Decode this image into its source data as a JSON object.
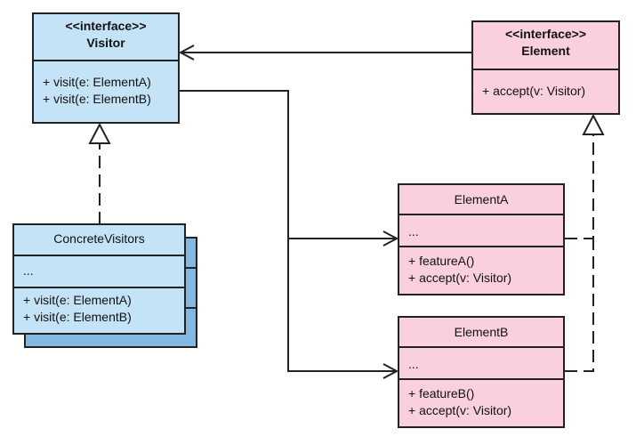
{
  "colors": {
    "interface_blue": "#c5e3f6",
    "stack_blue": "#82b8e1",
    "element_pink": "#f9d0dc",
    "stroke": "#222222"
  },
  "visitor": {
    "stereotype": "<<interface>>",
    "name": "Visitor",
    "methods": [
      "+ visit(e: ElementA)",
      "+ visit(e: ElementB)"
    ]
  },
  "element": {
    "stereotype": "<<interface>>",
    "name": "Element",
    "methods": [
      "+ accept(v: Visitor)"
    ]
  },
  "concrete_visitors": {
    "name": "ConcreteVisitors",
    "fields": "...",
    "methods": [
      "+ visit(e: ElementA)",
      "+ visit(e: ElementB)"
    ]
  },
  "element_a": {
    "name": "ElementA",
    "fields": "...",
    "methods": [
      "+ featureA()",
      "+ accept(v: Visitor)"
    ]
  },
  "element_b": {
    "name": "ElementB",
    "fields": "...",
    "methods": [
      "+ featureB()",
      "+ accept(v: Visitor)"
    ]
  }
}
